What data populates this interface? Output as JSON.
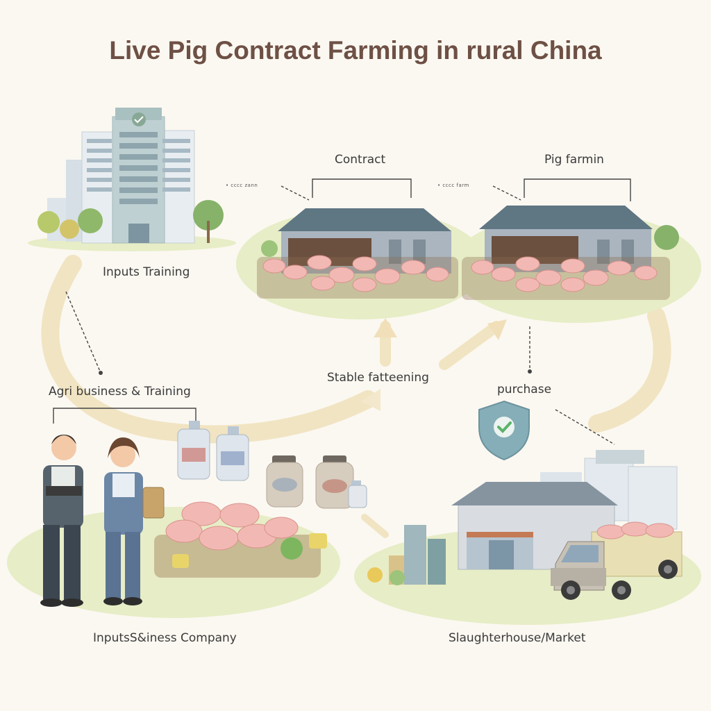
{
  "title": "Live Pig Contract Farming in rural China",
  "labels": {
    "contract": "Contract",
    "pig_farming": "Pig farmin",
    "small_contract": "• cccc zann",
    "small_pig_farming": "• cccc farm",
    "inputs_training": "Inputs Training",
    "agri_business": "Agri business & Training",
    "stable_fattening": "Stable fatteening",
    "purchase": "purchase",
    "inputs_business": "InputsS&iness Company",
    "slaughterhouse": "Slaughterhouse/Market"
  },
  "colors": {
    "title": "#6e5045",
    "ground": "#e6edc3",
    "arrow": "#f0e3c0",
    "barn_roof": "#5f7683",
    "barn_wall": "#a7b3be",
    "pig": "#f2b9b4",
    "shield": "#86aeb8",
    "check": "#5bb368"
  },
  "icons": [
    "office-building-icon",
    "barn-icon",
    "pig-icon",
    "shield-check-icon",
    "medicine-bottle-icon",
    "feed-jar-icon",
    "truck-icon",
    "slaughterhouse-icon",
    "farmer-icon"
  ]
}
